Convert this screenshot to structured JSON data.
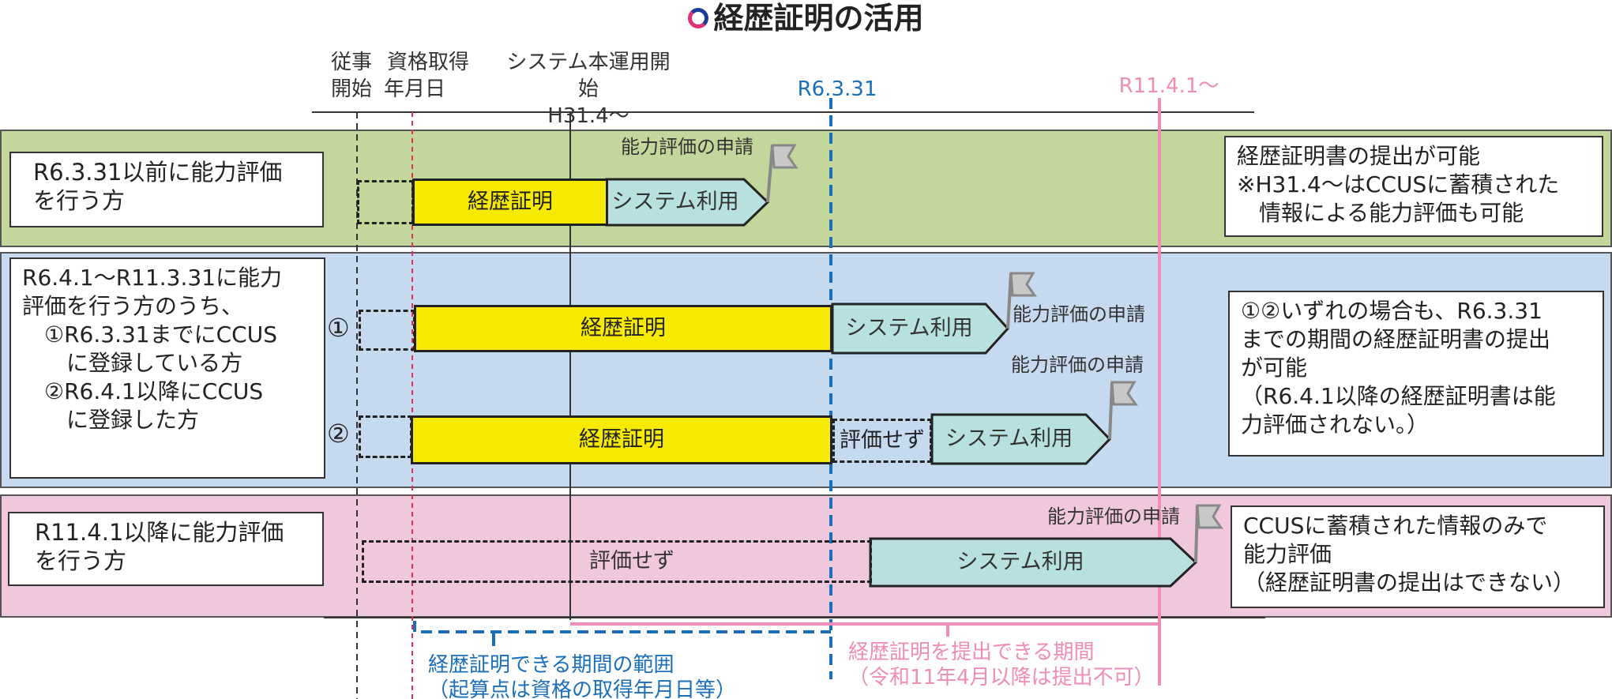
{
  "title": "経歴証明の活用",
  "headers": {
    "start_line1": "従事",
    "start_line2": "開始",
    "qualify_line1": "資格取得",
    "qualify_line2": "年月日",
    "system_line1": "システム本運用開始",
    "system_line2": "H31.4～",
    "r6": "R6.3.31",
    "r11": "R11.4.1～"
  },
  "rows": [
    {
      "left": "R6.3.31以前に能力評価\nを行う方",
      "bar1": "経歴証明",
      "bar2": "システム利用",
      "apply": "能力評価の申請",
      "right": [
        "経歴証明書の提出が可能",
        "※H31.4～はCCUSに蓄積された",
        "　情報による能力評価も可能"
      ]
    },
    {
      "left": "R6.4.1～R11.3.31に能力\n評価を行う方のうち、\n　①R6.3.31までにCCUS\n　　に登録している方\n　②R6.4.1以降にCCUS\n　　に登録した方",
      "marker1": "①",
      "marker2": "②",
      "bar1": "経歴証明",
      "bar2": "システム利用",
      "apply1": "能力評価の申請",
      "bar3": "経歴証明",
      "bar4": "評価せず",
      "bar5": "システム利用",
      "apply2": "能力評価の申請",
      "right": [
        "①②いずれの場合も、R6.3.31",
        "までの期間の経歴証明書の提出",
        "が可能",
        "（R6.4.1以降の経歴証明書は能",
        "力評価されない。）"
      ]
    },
    {
      "left": "R11.4.1以降に能力評価\nを行う方",
      "bar1": "評価せず",
      "bar2": "システム利用",
      "apply": "能力評価の申請",
      "right": [
        "CCUSに蓄積された情報のみで",
        "能力評価",
        "（経歴証明書の提出はできない）"
      ]
    }
  ],
  "notes": {
    "blue_line1": "経歴証明できる期間の範囲",
    "blue_line2": "（起算点は資格の取得年月日等）",
    "pink_line1": "経歴証明を提出できる期間",
    "pink_line2": "（令和11年4月以降は提出不可）"
  },
  "colors": {
    "row1_bg": "#c3d69b",
    "row2_bg": "#c5d9ef",
    "row3_bg": "#f0c8de",
    "yellow": "#f6ea00",
    "teal": "#b8e0e0",
    "blue_line": "#1a6fb8",
    "pink_line": "#f08cb8",
    "red_line": "#e03050"
  }
}
